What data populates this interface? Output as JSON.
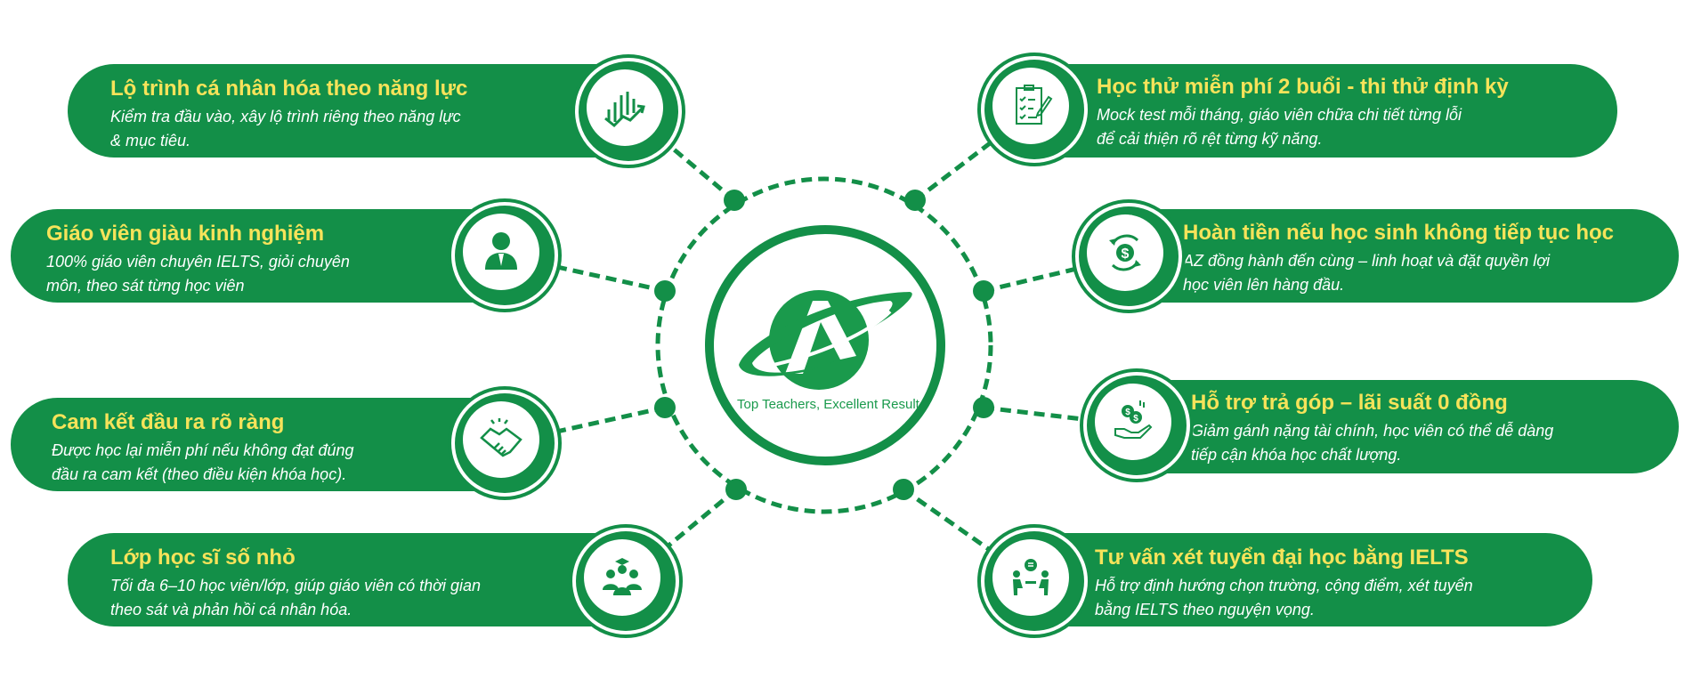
{
  "colors": {
    "green": "#138f48",
    "title": "#f6e35a",
    "text": "#ffffff"
  },
  "logo": {
    "tagline": "Top Teachers, Excellent Result",
    "mark": "AZ logo"
  },
  "left": [
    {
      "title": "Lộ trình cá nhân hóa theo năng lực",
      "lines": [
        "Kiểm tra đầu vào, xây lộ trình riêng theo năng lực",
        "& mục tiêu."
      ],
      "icon": "growth-chart-icon"
    },
    {
      "title": "Giáo viên giàu kinh nghiệm",
      "lines": [
        "100% giáo viên chuyên IELTS, giỏi chuyên",
        "môn, theo sát từng học viên"
      ],
      "icon": "teacher-icon"
    },
    {
      "title": "Cam kết đầu ra rõ ràng",
      "lines": [
        "Được học lại miễn phí nếu không đạt đúng",
        "đầu ra cam kết (theo điều kiện khóa học)."
      ],
      "icon": "handshake-icon"
    },
    {
      "title": "Lớp học sĩ số nhỏ",
      "lines": [
        "Tối đa 6–10 học viên/lớp, giúp giáo viên có thời gian",
        "theo sát và phản hồi cá nhân hóa."
      ],
      "icon": "small-class-icon"
    }
  ],
  "right": [
    {
      "title": "Học thử miễn phí 2 buổi - thi thử định kỳ",
      "lines": [
        "Mock test mỗi tháng, giáo viên chữa chi tiết từng lỗi",
        "để cải thiện rõ rệt từng kỹ năng."
      ],
      "icon": "checklist-icon"
    },
    {
      "title": "Hoàn tiền nếu học sinh không tiếp tục học",
      "lines": [
        "AZ đồng hành đến cùng – linh hoạt và đặt quyền lợi",
        "học viên lên hàng đầu."
      ],
      "icon": "refund-icon"
    },
    {
      "title": "Hỗ trợ trả góp – lãi suất 0 đồng",
      "lines": [
        "Giảm gánh nặng tài chính, học viên có thể dễ dàng",
        "tiếp cận khóa học chất lượng."
      ],
      "icon": "money-hand-icon"
    },
    {
      "title": "Tư vấn xét tuyển đại học bằng IELTS",
      "lines": [
        "Hỗ trợ định hướng chọn trường, cộng điểm, xét tuyển",
        "bằng IELTS theo nguyện vọng."
      ],
      "icon": "consulting-icon"
    }
  ]
}
